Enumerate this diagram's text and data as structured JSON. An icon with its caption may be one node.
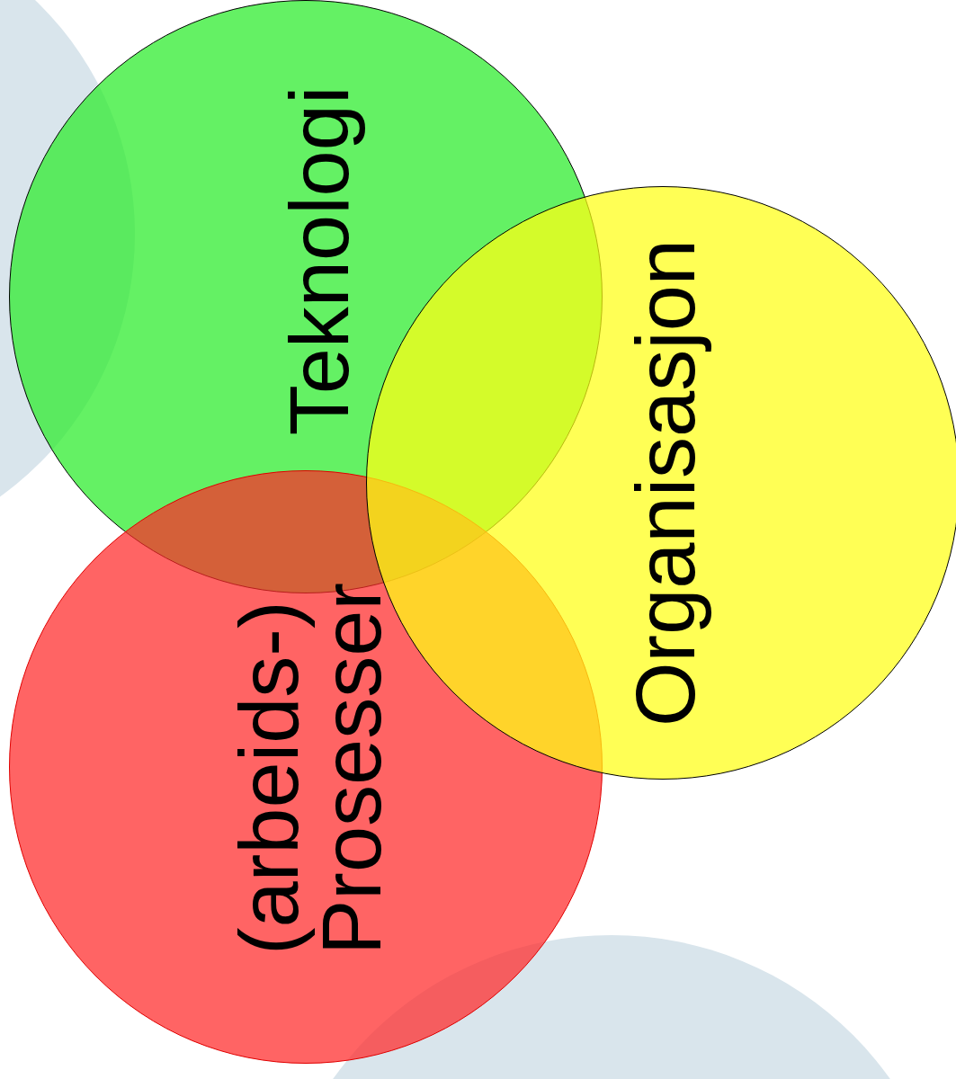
{
  "diagram": {
    "nodes": [
      {
        "text": [
          "Teknologi"
        ]
      },
      {
        "text": [
          "(arbeids-) Prosesser"
        ]
      },
      {
        "text": [
          "Organisasjon"
        ]
      }
    ]
  }
}
